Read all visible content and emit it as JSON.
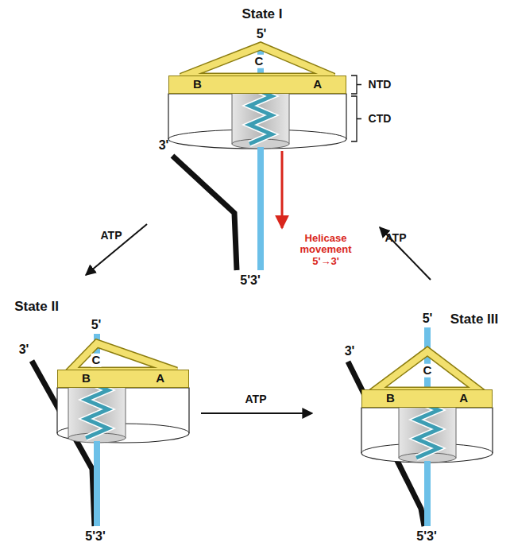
{
  "diagram": {
    "nodes": [
      {
        "text": [
          "B",
          "A"
        ]
      },
      {
        "text": [
          "B",
          "A"
        ]
      },
      {
        "text": [
          "B",
          "A"
        ]
      }
    ],
    "labels": [
      "State I",
      "5'",
      "C",
      "NTD",
      "CTD",
      "3'",
      "5'3'",
      "Helicase movement 5'→3'",
      "ATP",
      "ATP",
      "State II",
      "5'",
      "C",
      "3'",
      "5'3'",
      "ATP",
      "State III",
      "5'",
      "C",
      "3'",
      "5'3'"
    ]
  }
}
